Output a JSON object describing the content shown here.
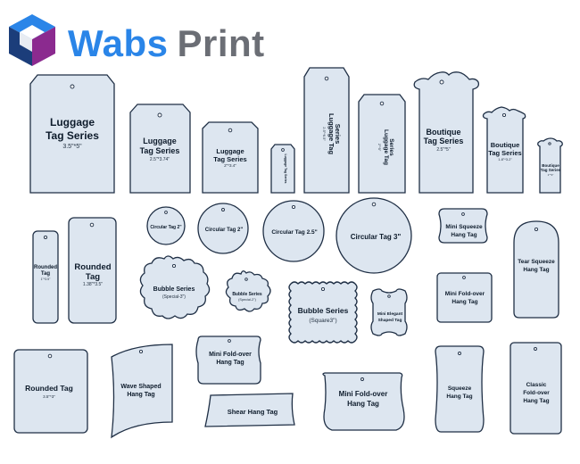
{
  "brand": {
    "name_part1": "Wabs",
    "name_part2": "Print"
  },
  "tags": {
    "luggage_lg": {
      "title1": "Luggage",
      "title2": "Tag Series",
      "size": "3.5\"*5\""
    },
    "luggage_md": {
      "title1": "Luggage",
      "title2": "Tag Series",
      "size": "2.5\"*3.74\""
    },
    "luggage_sm": {
      "title1": "Luggage",
      "title2": "Tag Series",
      "size": "2\"*3.4\""
    },
    "luggage_xs": {
      "title": "Luggage Tag Series"
    },
    "luggage_tall": {
      "title1": "Luggage Tag",
      "title2": "Series",
      "size": "2.5\"*6.5\""
    },
    "luggage_tall2": {
      "title1": "Luggage Tag",
      "title2": "Series",
      "size": "2\"*5\""
    },
    "boutique_lg": {
      "title1": "Boutique",
      "title2": "Tag Series",
      "size": "2.5\"*5\""
    },
    "boutique_md": {
      "title1": "Boutique",
      "title2": "Tag Series",
      "size": "1.8\"*3.2\""
    },
    "boutique_sm": {
      "title1": "Boutique",
      "title2": "Tag Series",
      "size": "1\"*2\""
    },
    "rounded_sm": {
      "title1": "Rounded",
      "title2": "Tag",
      "size": "1\"*3.5\""
    },
    "rounded_md": {
      "title1": "Rounded",
      "title2": "Tag",
      "size": "1.38\"*3.5\""
    },
    "circ_2": {
      "title": "Circular Tag 2\""
    },
    "circ_2b": {
      "title": "Circular Tag 2\""
    },
    "circ_25": {
      "title": "Circular Tag 2.5\""
    },
    "circ_3": {
      "title": "Circular Tag 3\""
    },
    "mini_squeeze": {
      "title1": "Mini Squeeze",
      "title2": "Hang Tag"
    },
    "tear_squeeze": {
      "title1": "Tear Squeeze",
      "title2": "Hang Tag"
    },
    "bubble_lg": {
      "title1": "Bubble Series",
      "title2": "(Special-3\")"
    },
    "bubble_sm": {
      "title1": "Bubble Series",
      "title2": "(Special-2\")"
    },
    "bubble_sq": {
      "title1": "Bubble Series",
      "title2": "(Square3\")"
    },
    "mini_elegant": {
      "title1": "Mini Elegant",
      "title2": "Shaped Tag"
    },
    "mini_foldover_r": {
      "title1": "Mini Fold-over",
      "title2": "Hang Tag"
    },
    "rounded_tag": {
      "title": "Rounded Tag",
      "size": "3.5\"*3\""
    },
    "wave": {
      "title1": "Wave Shaped",
      "title2": "Hang Tag"
    },
    "mini_foldover_a": {
      "title1": "Mini Fold-over",
      "title2": "Hang Tag"
    },
    "shear": {
      "title": "Shear Hang Tag"
    },
    "mini_foldover_b": {
      "title1": "Mini Fold-over",
      "title2": "Hang Tag"
    },
    "squeeze": {
      "title1": "Squeeze",
      "title2": "Hang Tag"
    },
    "classic": {
      "title1": "Classic",
      "title2": "Fold-over",
      "title3": "Hang Tag"
    }
  },
  "colors": {
    "tag_fill": "#dde6f0",
    "tag_stroke": "#1f2f45",
    "brand_blue": "#2a85e8",
    "brand_gray": "#6b6e75"
  }
}
